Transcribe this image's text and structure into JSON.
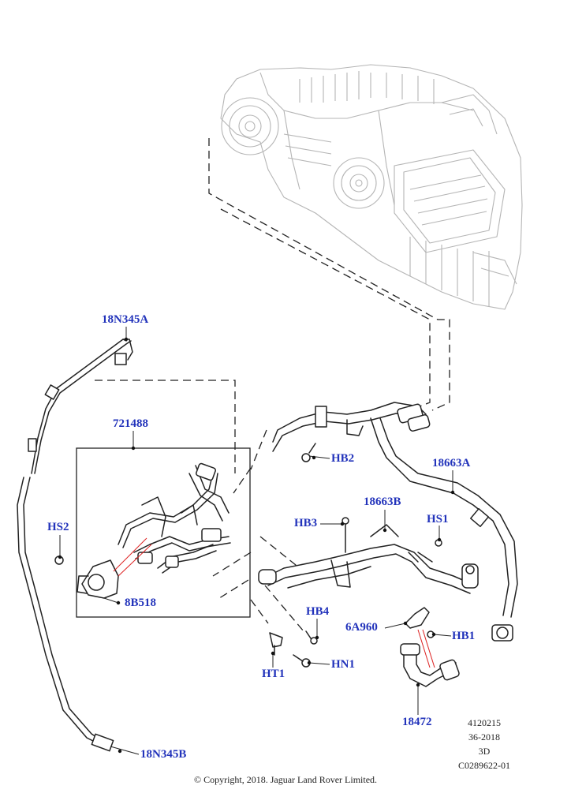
{
  "callouts": {
    "c18N345A": "18N345A",
    "c721488": "721488",
    "cHS2": "HS2",
    "c8B518": "8B518",
    "cHB2": "HB2",
    "c18663A": "18663A",
    "c18663B": "18663B",
    "cHB3": "HB3",
    "cHS1": "HS1",
    "cHB4": "HB4",
    "c6A960": "6A960",
    "cHB1": "HB1",
    "cHT1": "HT1",
    "cHN1": "HN1",
    "c18472": "18472",
    "c18N345B": "18N345B"
  },
  "meta": {
    "ref_number": "4120215",
    "section": "36-2018",
    "view": "3D",
    "catalog_code": "C0289622-01"
  },
  "copyright": "© Copyright, 2018. Jaguar Land Rover Limited.",
  "colors": {
    "callout_text": "#2233bb",
    "line_art": "#222222",
    "grey_art": "#b8b8b8",
    "leader_red": "#dd2222"
  }
}
